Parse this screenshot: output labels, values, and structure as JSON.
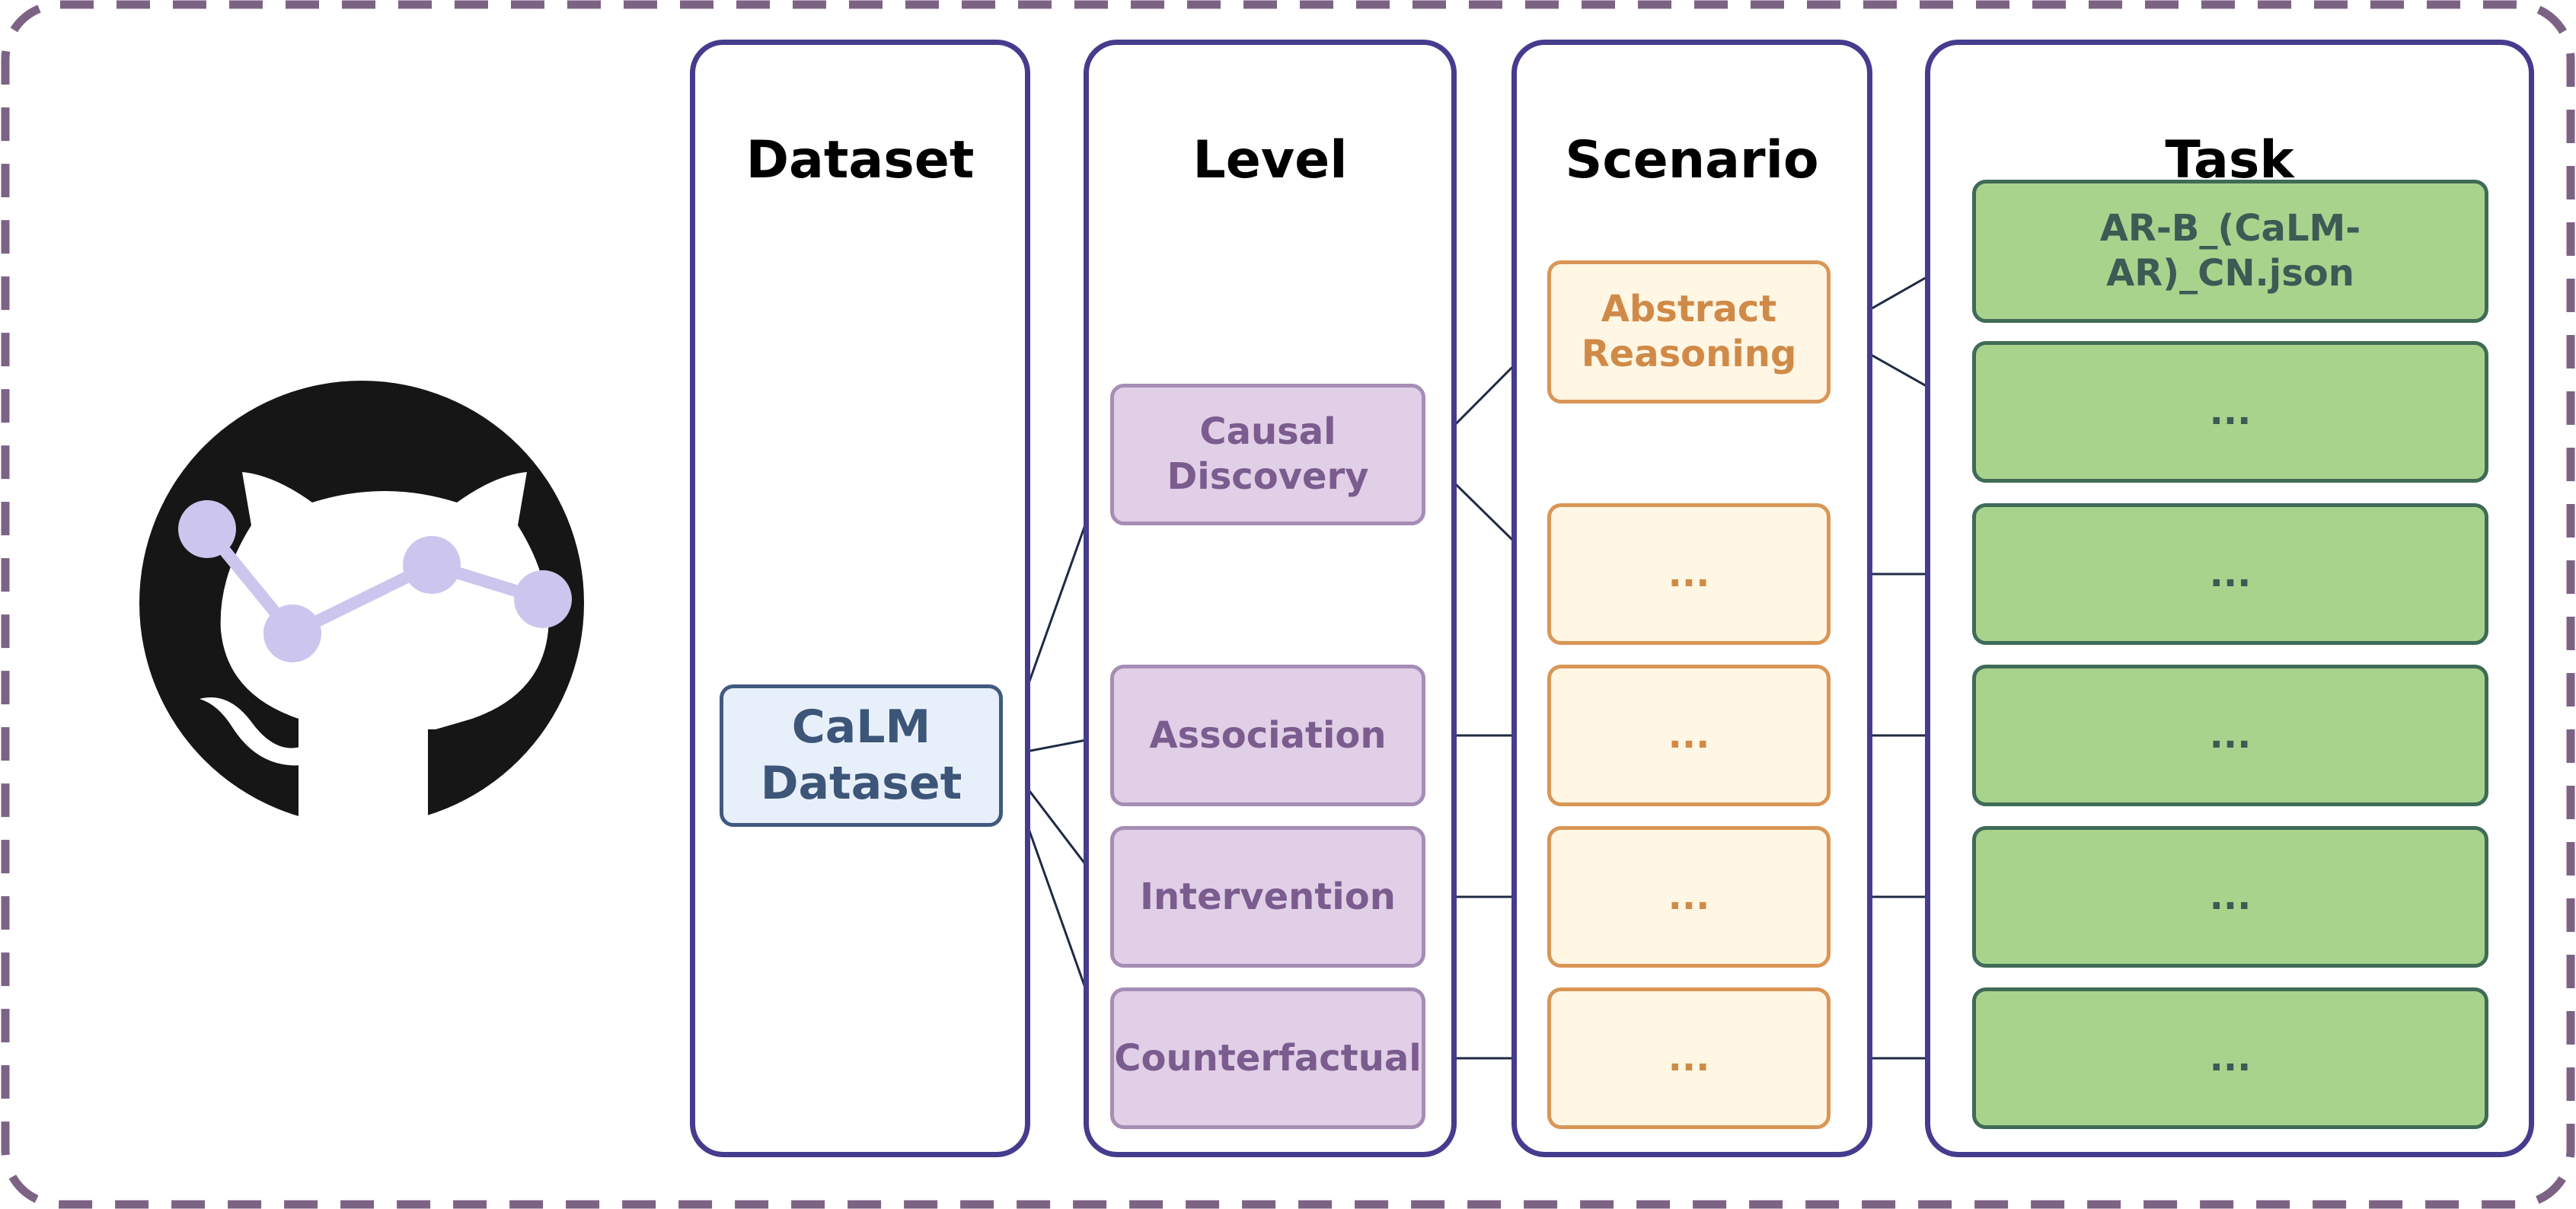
{
  "colors": {
    "frame_dash": "#7c6384",
    "column_border": "#453c8e",
    "connector": "#1f2a44",
    "logo_dark": "#161616",
    "logo_accent": "#ccc6ee"
  },
  "logo": {
    "icon": "github-octocat-graph-icon"
  },
  "columns": {
    "dataset": {
      "title": "Dataset"
    },
    "level": {
      "title": "Level"
    },
    "scenario": {
      "title": "Scenario"
    },
    "task": {
      "title": "Task"
    }
  },
  "dataset_node": {
    "line1": "CaLM",
    "line2": "Dataset"
  },
  "levels": [
    {
      "line1": "Causal",
      "line2": "Discovery"
    },
    {
      "line1": "Association",
      "line2": ""
    },
    {
      "line1": "Intervention",
      "line2": ""
    },
    {
      "line1": "Counterfactual",
      "line2": ""
    }
  ],
  "scenarios": [
    {
      "line1": "Abstract",
      "line2": "Reasoning"
    },
    {
      "line1": "...",
      "line2": ""
    },
    {
      "line1": "...",
      "line2": ""
    },
    {
      "line1": "...",
      "line2": ""
    },
    {
      "line1": "...",
      "line2": ""
    }
  ],
  "tasks": [
    {
      "label": "AR-B_(CaLM-AR)_CN.json"
    },
    {
      "label": "..."
    },
    {
      "label": "..."
    },
    {
      "label": "..."
    },
    {
      "label": "..."
    },
    {
      "label": "..."
    }
  ]
}
